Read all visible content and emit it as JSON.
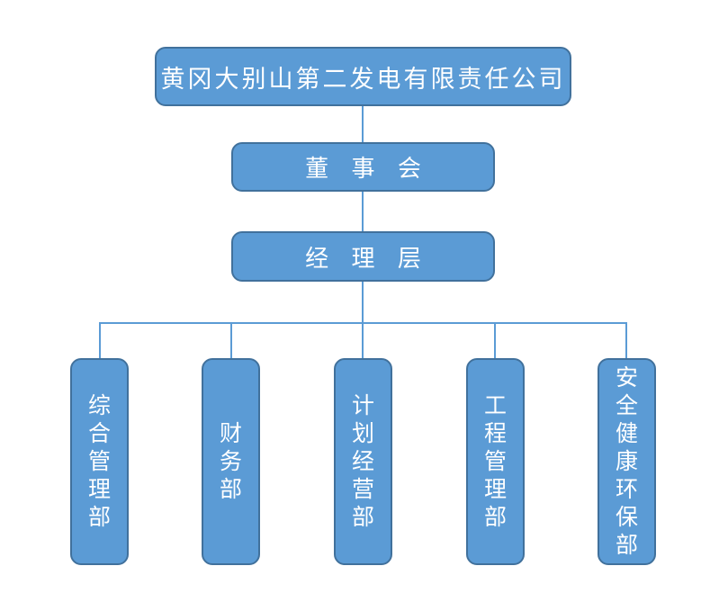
{
  "org_chart": {
    "root": {
      "label": "黄冈大别山第二发电有限责任公司"
    },
    "board": {
      "label": "董 事 会"
    },
    "management": {
      "label": "经 理 层"
    },
    "departments": [
      {
        "label": "综合管理部"
      },
      {
        "label": "财务部"
      },
      {
        "label": "计划经营部"
      },
      {
        "label": "工程管理部"
      },
      {
        "label": "安全健康环保部"
      }
    ]
  },
  "colors": {
    "box_fill": "#5B9BD5",
    "box_border": "#41719C",
    "connector": "#5B9BD5",
    "text": "#FFFFFF",
    "background": "#FFFFFF"
  }
}
